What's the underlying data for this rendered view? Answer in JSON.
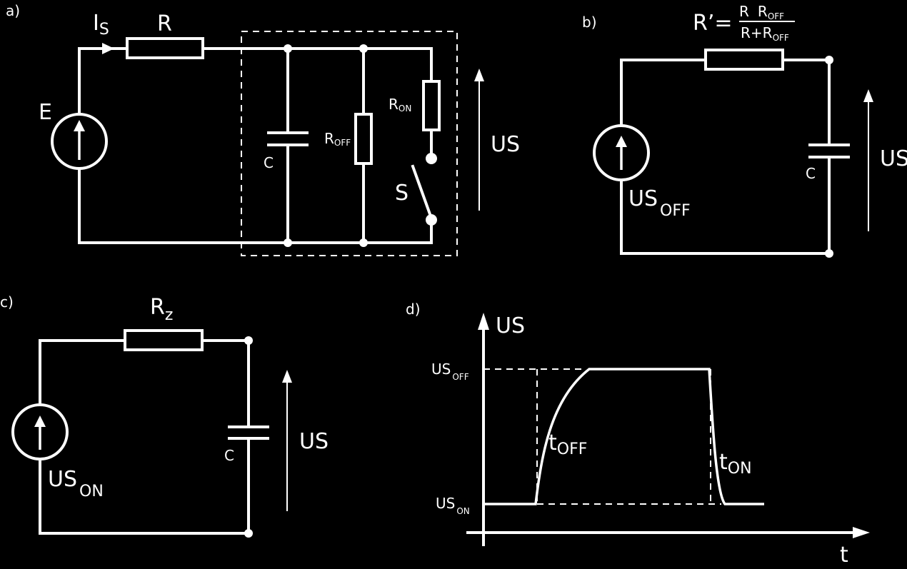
{
  "colors": {
    "background": "#000000",
    "foreground": "#ffffff"
  },
  "panel_a": {
    "label": "a)",
    "current": "I",
    "current_sub": "S",
    "resistor": "R",
    "source": "E",
    "capacitor": "C",
    "r_off": "R",
    "r_off_sub": "OFF",
    "r_on": "R",
    "r_on_sub": "ON",
    "switch": "S",
    "voltage": "U",
    "voltage_sub": "S"
  },
  "panel_b": {
    "label": "b)",
    "formula_lhs": "R’=",
    "num_r": "R",
    "num_r2": "R",
    "num_r2_sub": "OFF",
    "den_r": "R+R",
    "den_r_sub": "OFF",
    "capacitor": "C",
    "voltage": "U",
    "voltage_sub": "S",
    "source": "U",
    "source_sub": "S",
    "source_sub2": "OFF"
  },
  "panel_c": {
    "label": "c)",
    "resistor": "R",
    "resistor_sub": "z",
    "capacitor": "C",
    "voltage": "U",
    "voltage_sub": "S",
    "source": "U",
    "source_sub": "S",
    "source_sub2": "ON"
  },
  "panel_d": {
    "label": "d)",
    "y_axis": "U",
    "y_axis_sub": "S",
    "x_axis": "t",
    "level_off": "U",
    "level_off_sub": "S",
    "level_off_sub2": "OFF",
    "level_on": "U",
    "level_on_sub": "S",
    "level_on_sub2": "ON",
    "t_off": "t",
    "t_off_sub": "OFF",
    "t_on": "t",
    "t_on_sub": "ON"
  }
}
